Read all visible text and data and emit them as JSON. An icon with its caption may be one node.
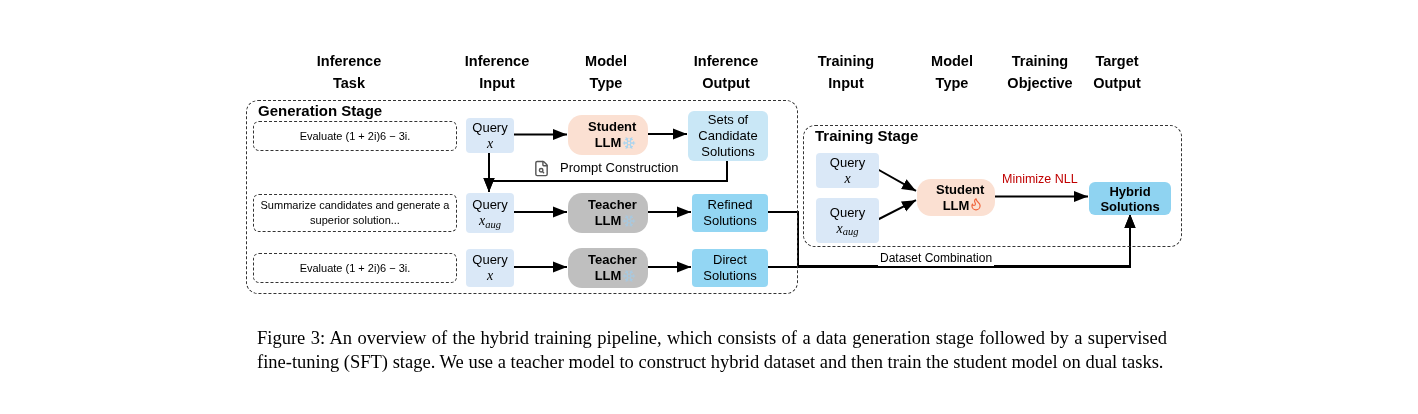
{
  "diagram": {
    "caption": "Figure 3: An overview of the hybrid training pipeline, which consists of a data generation stage followed by a supervised fine-tuning (SFT) stage. We use a teacher model to construct hybrid dataset and then train the student model on dual tasks.",
    "nodes": [
      {
        "text": [
          "Generation Stage"
        ]
      },
      {
        "text": [
          "Evaluate (1 + 2i)6 − 3i."
        ],
        "in": 0
      },
      {
        "text": [
          "Query",
          "x"
        ],
        "in": 0
      },
      {
        "text": [
          "Student LLM"
        ],
        "in": 0
      },
      {
        "text": [
          "Sets of Candidate Solutions"
        ],
        "in": 0
      },
      {
        "text": [
          "Summarize candidates and generate a superior solution..."
        ],
        "in": 0
      },
      {
        "text": [
          "Query",
          "x$_{aug}$"
        ],
        "in": 0
      },
      {
        "text": [
          "Teacher LLM"
        ],
        "in": 0
      },
      {
        "text": [
          "Refined Solutions"
        ],
        "in": 0
      },
      {
        "text": [
          "Evaluate (1 + 2i)6 − 3i."
        ],
        "in": 0
      },
      {
        "text": [
          "Query",
          "x"
        ],
        "in": 0
      },
      {
        "text": [
          "Teacher LLM"
        ],
        "in": 0
      },
      {
        "text": [
          "Direct Solutions"
        ],
        "in": 0
      },
      {
        "text": [
          "Training Stage"
        ]
      },
      {
        "text": [
          "Query",
          "x"
        ],
        "in": 13
      },
      {
        "text": [
          "Query",
          "x$_{aug}$"
        ],
        "in": 13
      },
      {
        "text": [
          "Student LLM"
        ],
        "in": 13
      },
      {
        "text": [
          "Hybrid Solutions"
        ],
        "in": 13
      }
    ],
    "edges": [
      {
        "from": 2,
        "to": 3,
        "arrow": "to"
      },
      {
        "from": 3,
        "to": 4,
        "arrow": "to"
      },
      {
        "from": 2,
        "to": 6,
        "arrow": "to"
      },
      {
        "from": 4,
        "to": 6,
        "arrow": "to",
        "label": "Prompt Construction"
      },
      {
        "from": 6,
        "to": 7,
        "arrow": "to"
      },
      {
        "from": 7,
        "to": 8,
        "arrow": "to"
      },
      {
        "from": 10,
        "to": 11,
        "arrow": "to"
      },
      {
        "from": 11,
        "to": 12,
        "arrow": "to"
      },
      {
        "from": 8,
        "to": 17,
        "arrow": "to"
      },
      {
        "from": 12,
        "to": 17,
        "arrow": "to",
        "label": "Dataset Combination"
      },
      {
        "from": 14,
        "to": 16,
        "arrow": "to"
      },
      {
        "from": 15,
        "to": 16,
        "arrow": "to"
      },
      {
        "from": 16,
        "to": 17,
        "arrow": "to",
        "label": "Minimize NLL"
      }
    ],
    "labels": [
      "Inference Task",
      "Inference Input",
      "Model Type",
      "Inference Output",
      "Training Input",
      "Model Type",
      "Training Objective",
      "Target Output"
    ]
  }
}
